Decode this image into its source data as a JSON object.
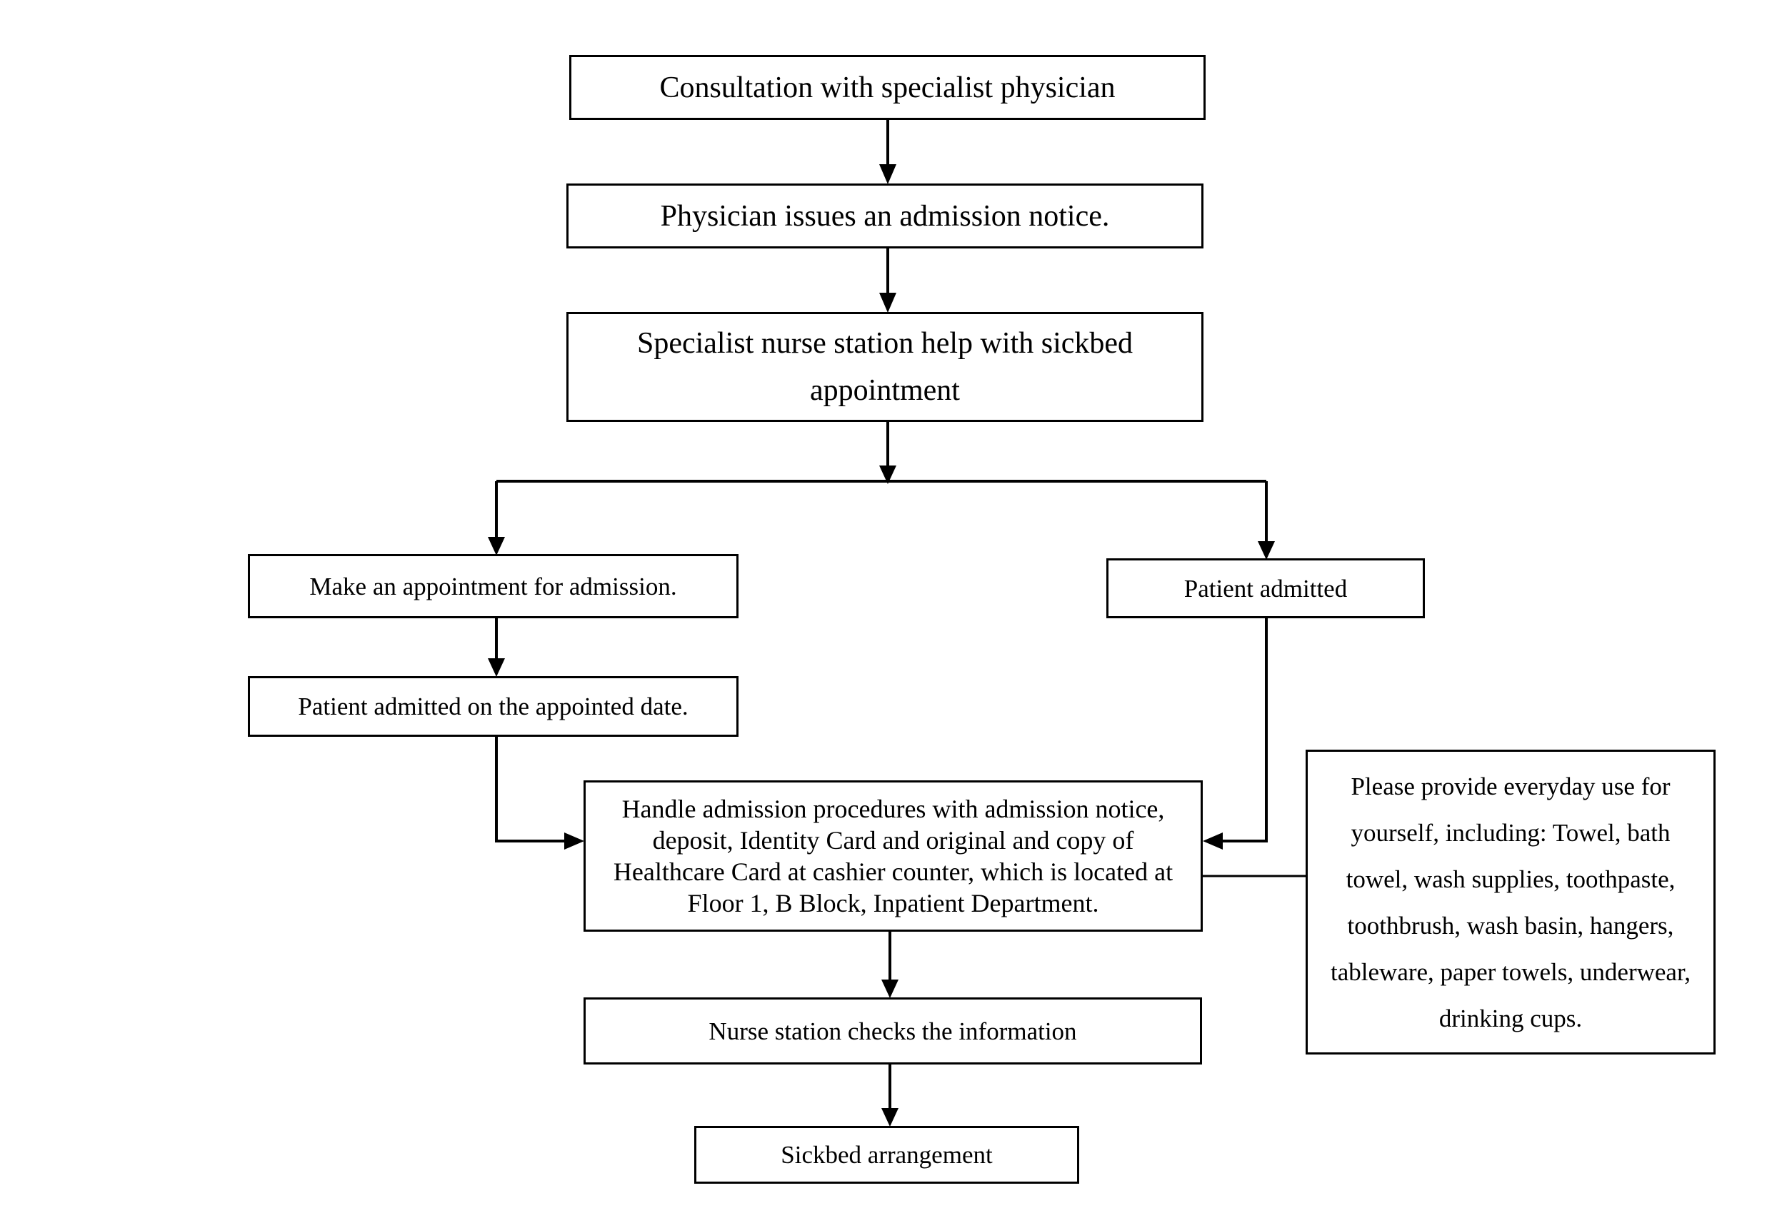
{
  "nodes": {
    "consultation": "Consultation with specialist physician",
    "admission_notice": "Physician issues an admission notice.",
    "nurse_station_help": "Specialist nurse station help with sickbed appointment",
    "make_appointment": "Make an appointment for admission.",
    "patient_admitted": "Patient admitted",
    "admitted_on_date": "Patient admitted on the appointed date.",
    "handle_procedures": "Handle admission procedures with admission notice, deposit, Identity Card and original and copy of Healthcare Card at cashier counter, which is located at Floor 1, B Block, Inpatient Department.",
    "checks_information": "Nurse station checks the information",
    "sickbed_arrangement": "Sickbed arrangement",
    "note_supplies": "Please provide everyday use for yourself, including: Towel, bath towel, wash supplies, toothpaste, toothbrush, wash basin, hangers, tableware, paper towels, underwear, drinking cups."
  }
}
